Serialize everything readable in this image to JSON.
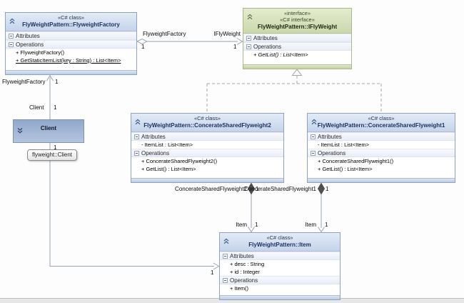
{
  "colors": {
    "class_header": "#cfdded",
    "interface_header": "#d5e0b5",
    "client_header": "#9db4d6",
    "connector": "#98a4b4",
    "canvas_background": "#fdfdfd"
  },
  "boxes": {
    "flyweight_factory": {
      "stereotype": "«C# class»",
      "title": "FlyWeightPattern::FlyweightFactory",
      "attributes_label": "Attributes",
      "operations_label": "Operations",
      "operations": [
        {
          "text": "+ FlyweightFactory()"
        },
        {
          "text": "+ GetStaticItemList(key : String) : List<Item>"
        }
      ]
    },
    "iflyweight": {
      "stereotype1": "«interface»",
      "stereotype2": "«C# interface»",
      "title": "FlyWeightPattern::IFlyWeight",
      "attributes_label": "Attributes",
      "operations_label": "Operations",
      "operations": [
        {
          "text": "+ GetList() : List<Item>"
        }
      ]
    },
    "shared_flyweight2": {
      "stereotype": "«C# class»",
      "title": "FlyWeightPattern::ConcerateSharedFlyweight2",
      "attributes_label": "Attributes",
      "operations_label": "Operations",
      "attributes": [
        {
          "text": "- ItemList : List<Item>"
        }
      ],
      "operations": [
        {
          "text": "+ ConcerateSharedFlyweight2()"
        },
        {
          "text": "+ GetList() : List<Item>"
        }
      ]
    },
    "shared_flyweight1": {
      "stereotype": "«C# class»",
      "title": "FlyWeightPattern::ConcerateSharedFlyweight1",
      "attributes_label": "Attributes",
      "operations_label": "Operations",
      "attributes": [
        {
          "text": "- ItemList : List<Item>"
        }
      ],
      "operations": [
        {
          "text": "+ ConcerateSharedFlyweight1()"
        },
        {
          "text": "+ GetList() : List<Item>"
        }
      ]
    },
    "item": {
      "stereotype": "«C# class»",
      "title": "FlyWeightPattern::Item",
      "attributes_label": "Attributes",
      "operations_label": "Operations",
      "attributes": [
        {
          "text": "+ desc : String"
        },
        {
          "text": "+ id : Integer"
        }
      ],
      "operations": [
        {
          "text": "+ Item()"
        }
      ]
    },
    "client": {
      "title": "Client"
    }
  },
  "connectors": {
    "factory_to_iflyweight": {
      "source_role": "FlyweightFactory",
      "source_multiplicity": "1",
      "target_role": "IFlyWeight",
      "target_multiplicity": "1"
    },
    "client_to_factory": {
      "target_role": "FlyweightFactory",
      "target_multiplicity": "1",
      "source_role": "Client",
      "source_multiplicity": "1"
    },
    "client_to_item": {
      "source_multiplicity": "1",
      "target_multiplicity": "1",
      "tooltip": "flyweight::Client"
    },
    "flyweight2_to_item": {
      "source_role": "ConcerateSharedFlyweight2",
      "source_multiplicity": "1",
      "target_role": "Item",
      "target_multiplicity": "1"
    },
    "flyweight1_to_item": {
      "source_role": "ConcerateSharedFlyweight1",
      "source_multiplicity": "1",
      "target_role": "Item",
      "target_multiplicity": "1"
    }
  }
}
